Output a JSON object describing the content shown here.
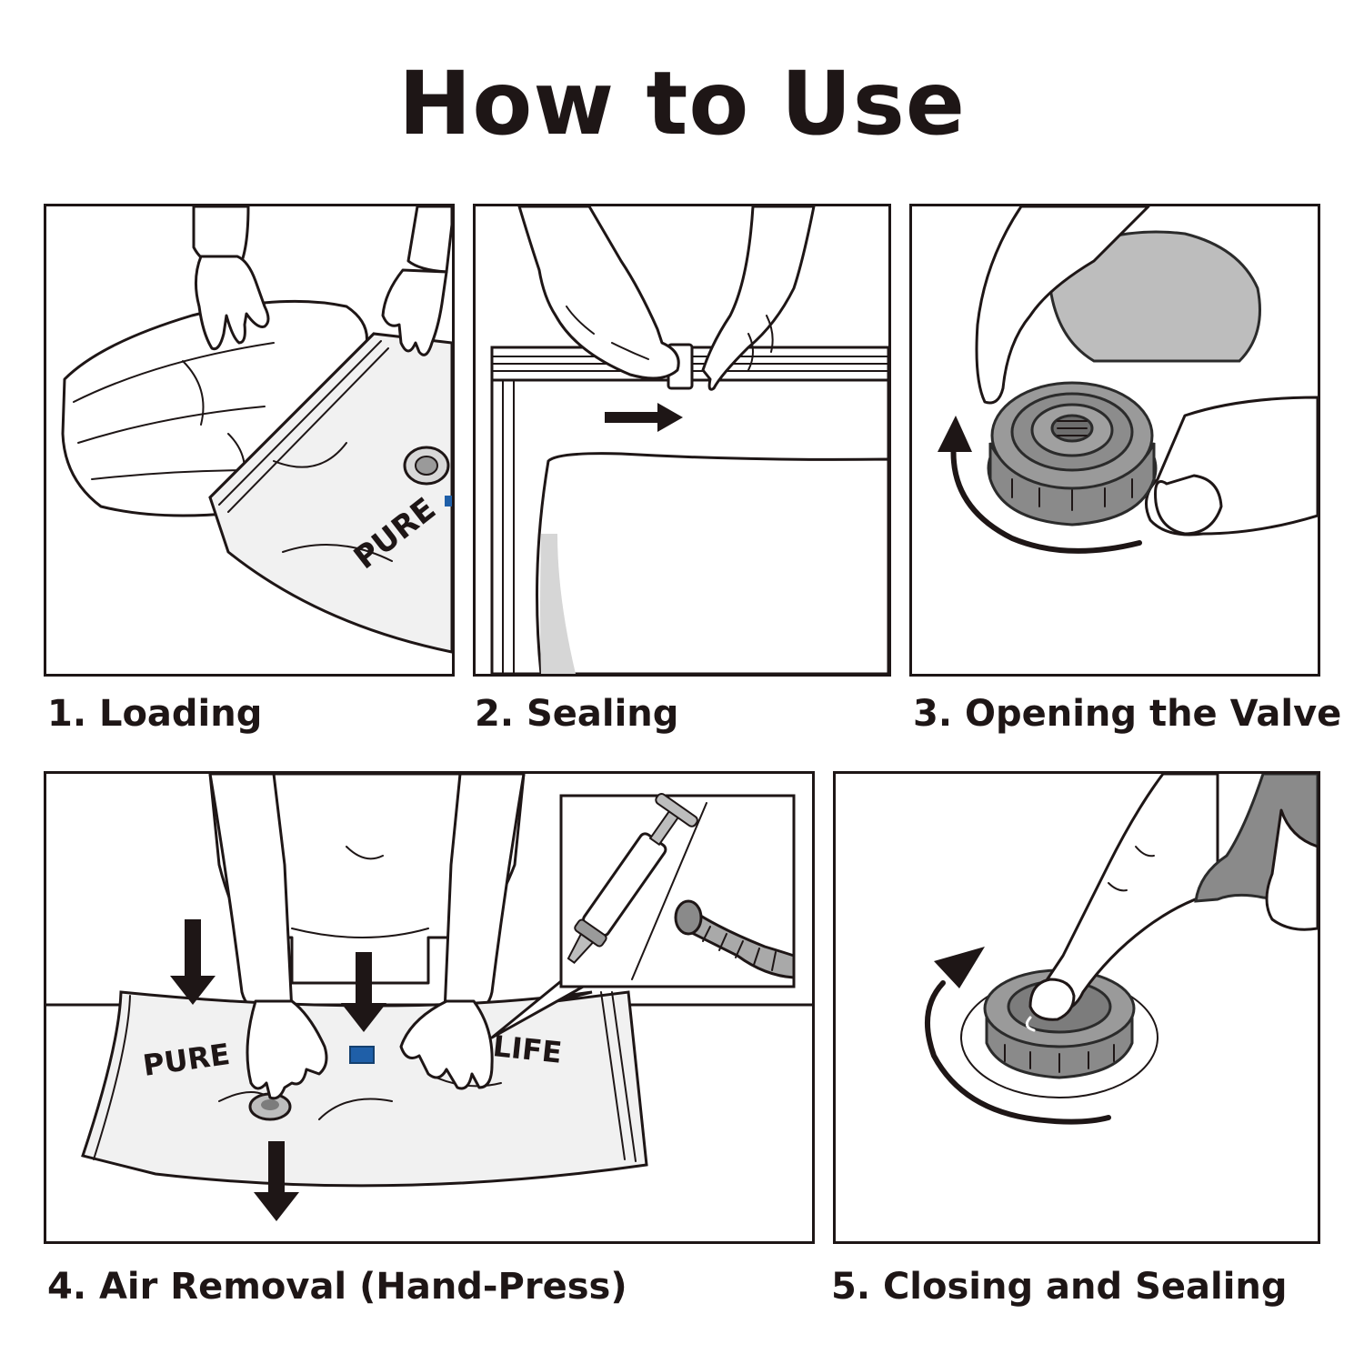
{
  "title": "How to Use",
  "steps": [
    {
      "caption": "1. Loading"
    },
    {
      "caption": "2. Sealing"
    },
    {
      "caption": "3. Opening the Valve"
    },
    {
      "caption": "4. Air Removal (Hand-Press)"
    },
    {
      "caption": "5. Closing and Sealing"
    }
  ],
  "bag_brand": {
    "word1": "PURE",
    "word2": "LIFE"
  },
  "colors": {
    "ink": "#1e1616",
    "valve_gray": "#8a8a8a",
    "brand_blue": "#1f5fa8"
  }
}
